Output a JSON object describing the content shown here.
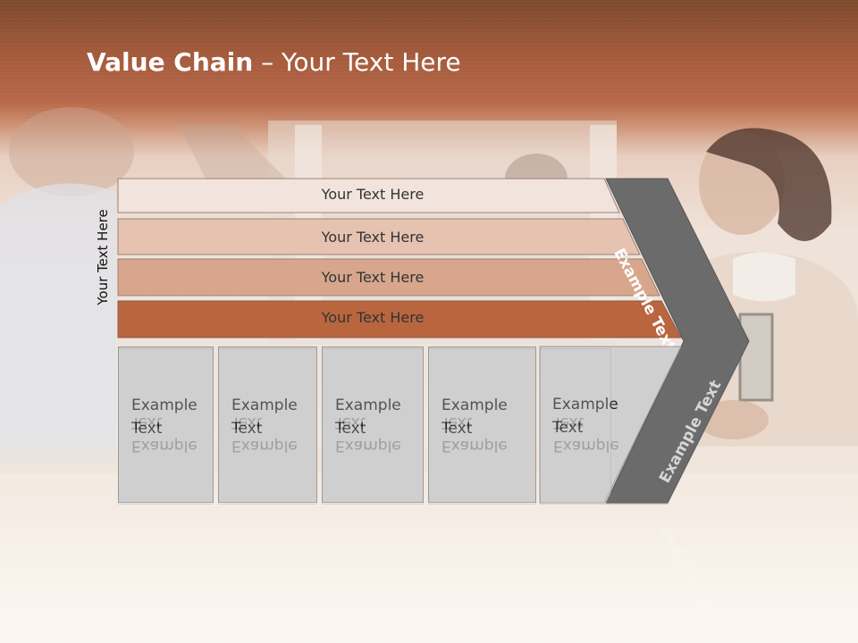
{
  "title": {
    "bold": "Value Chain",
    "rest": " – Your Text Here"
  },
  "vertical_label": "Your Text Here",
  "rows": [
    {
      "label": "Your Text Here",
      "color": "#f2e4dc"
    },
    {
      "label": "Your Text Here",
      "color": "#e6c2b1"
    },
    {
      "label": "Your Text Here",
      "color": "#d7a68d"
    },
    {
      "label": "Your Text Here",
      "color": "#b9663f"
    }
  ],
  "boxes": [
    {
      "label": "Example\nText"
    },
    {
      "label": "Example\nText"
    },
    {
      "label": "Example\nText"
    },
    {
      "label": "Example\nText"
    },
    {
      "label": "Example\nText"
    }
  ],
  "chevron": {
    "top_label": "Example Text",
    "bottom_label": "Example Text",
    "color": "#6b6b6b"
  }
}
